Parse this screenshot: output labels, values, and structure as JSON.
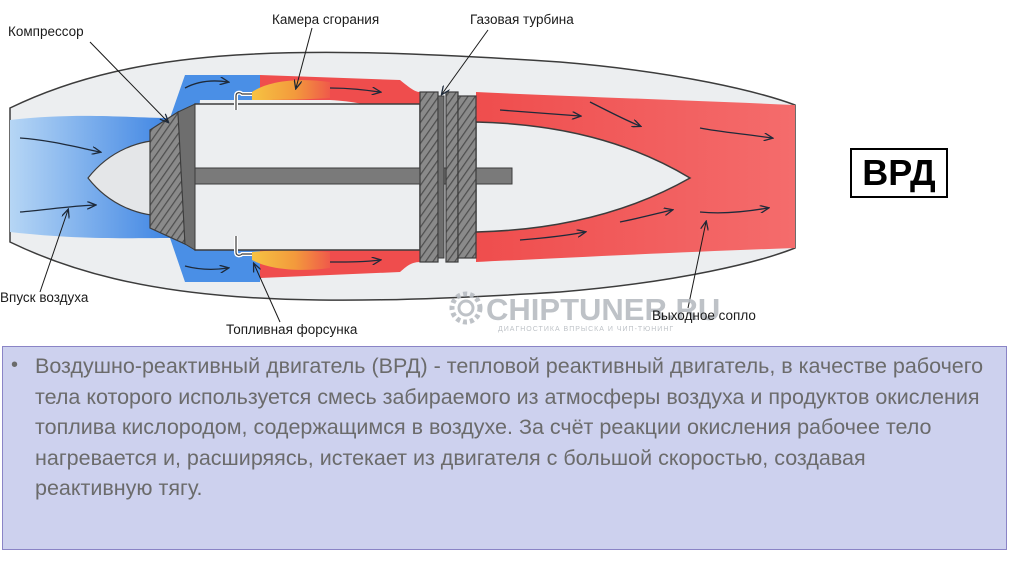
{
  "diagram": {
    "labels": {
      "compressor": "Компрессор",
      "combustion_chamber": "Камера сгорания",
      "gas_turbine": "Газовая турбина",
      "air_intake": "Впуск воздуха",
      "fuel_injector": "Топливная форсунка",
      "exhaust_nozzle": "Выходное сопло"
    },
    "watermark": {
      "brand": "CHIPTUNER.RU",
      "tagline": "ДИАГНОСТИКА ВПРЫСКА И ЧИП-ТЮНИНГ"
    },
    "colors": {
      "housing": "#eceef0",
      "outline": "#3c3c3c",
      "cold_air": "#4a8fe6",
      "light_air": "#a8cdf3",
      "hot_gas": "#ef4d4d",
      "exhaust": "#f27575",
      "flame": "#f6c342",
      "metal": "#6e6e6e"
    }
  },
  "title": "ВРД",
  "description": {
    "bullet": "•",
    "text": "Воздушно-реактивный двигатель (ВРД) - тепловой реактивный двигатель, в качестве рабочего тела которого используется смесь забираемого из атмосферы воздуха и продуктов окисления топлива кислородом, содержащимся в воздухе. За счёт реакции окисления рабочее тело нагревается и, расширяясь, истекает из двигателя с большой скоростью, создавая реактивную тягу."
  }
}
